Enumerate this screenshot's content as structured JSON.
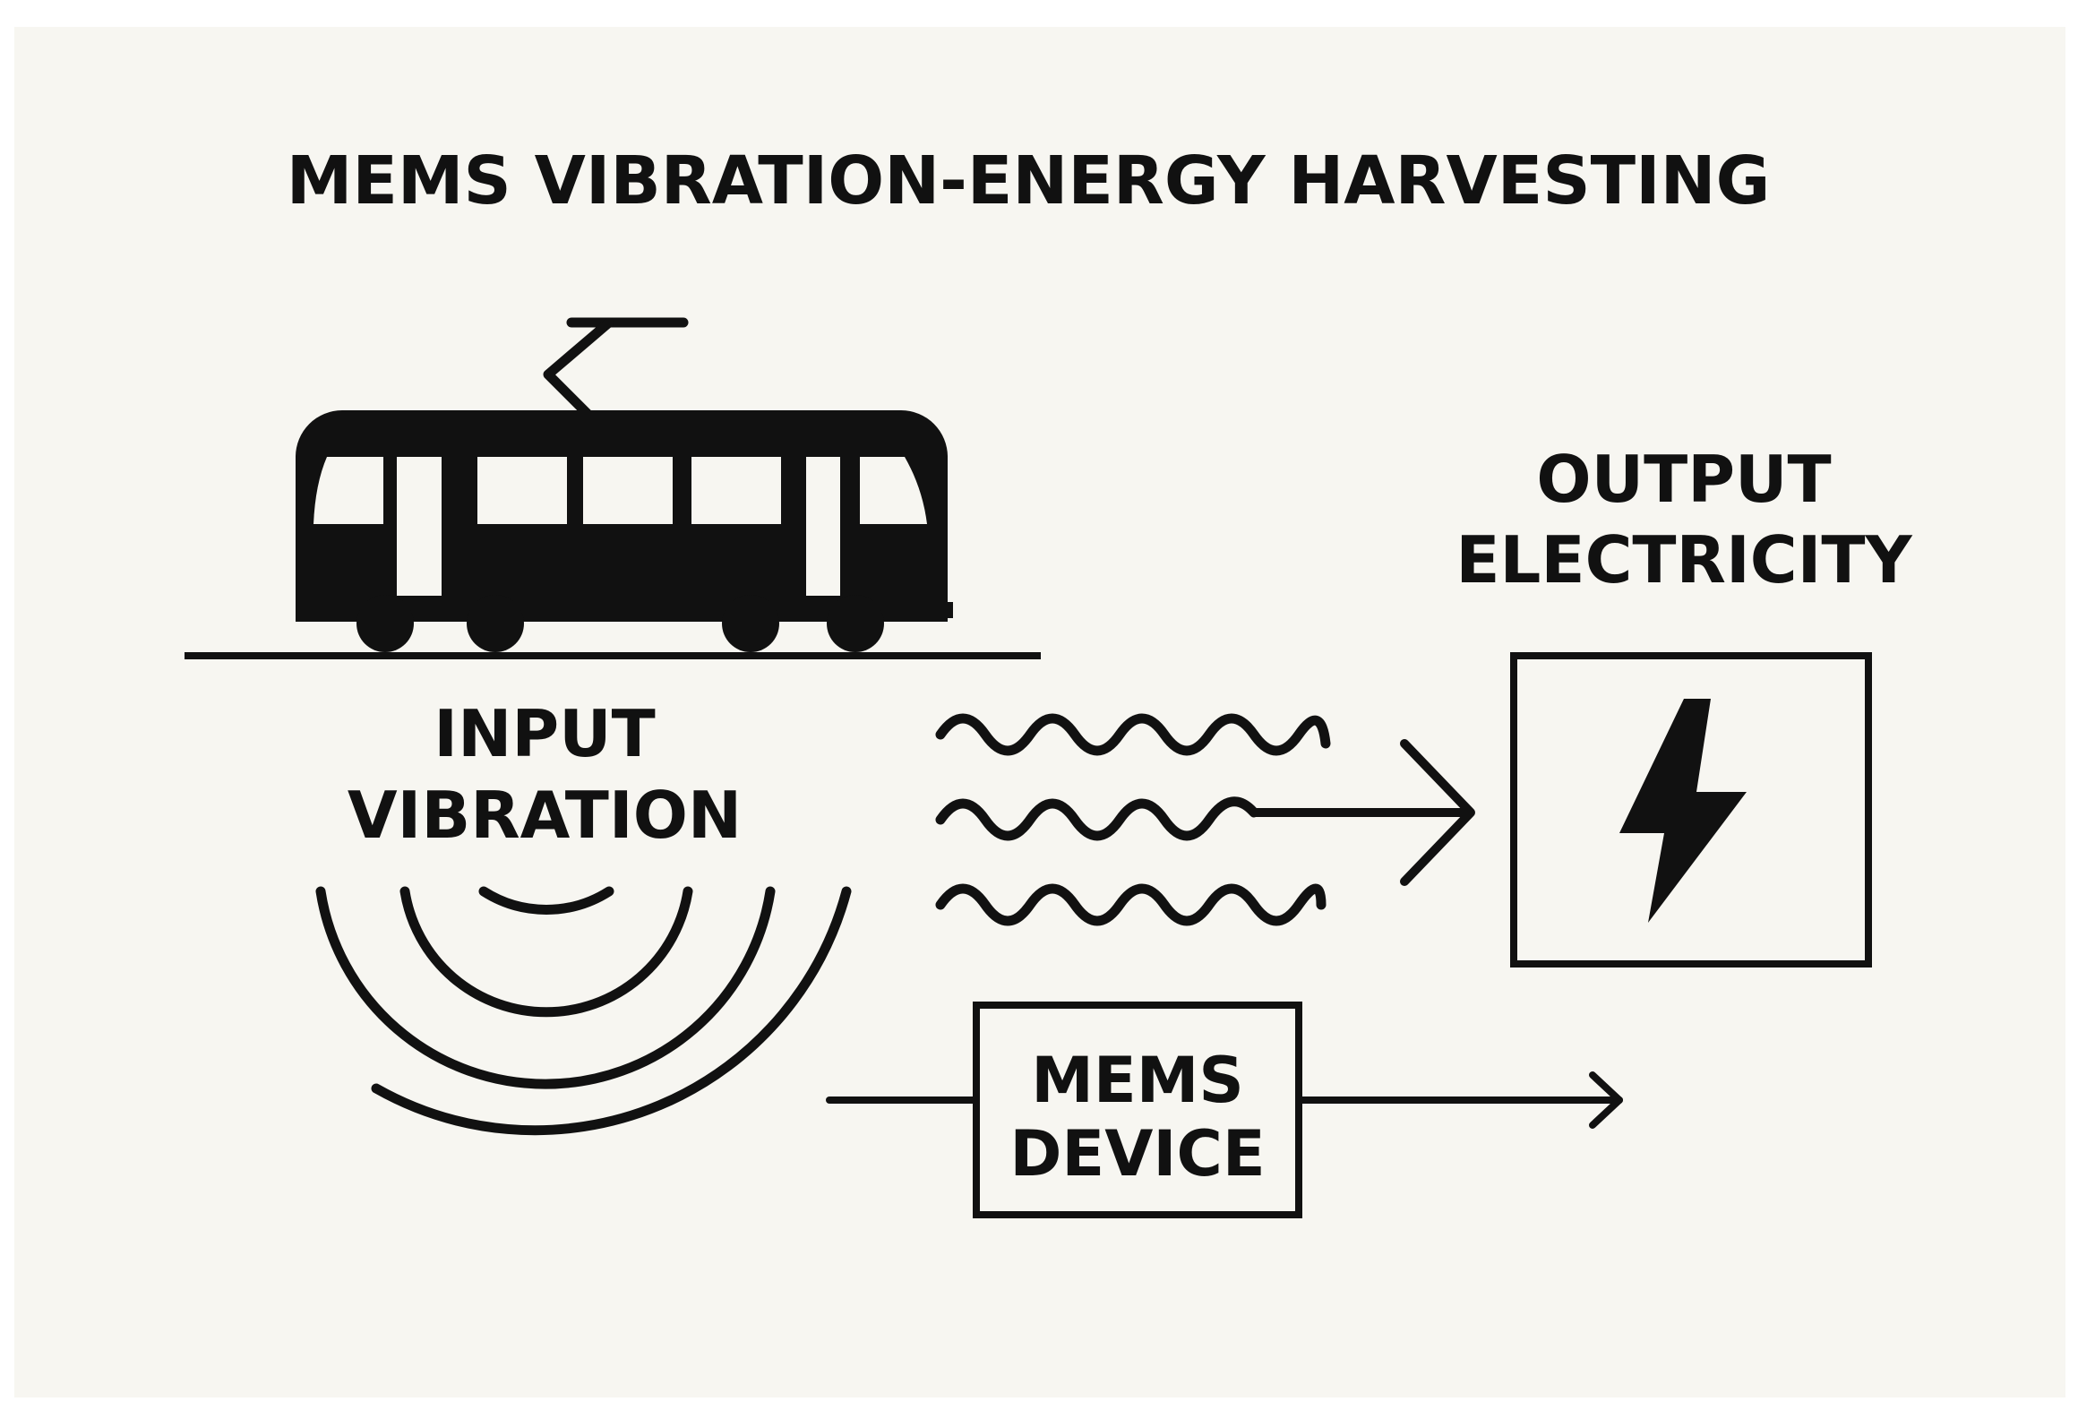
{
  "title": "MEMS VIBRATION-ENERGY HARVESTING",
  "input_label": {
    "line1": "INPUT",
    "line2": "VIBRATION"
  },
  "output_label": {
    "line1": "OUTPUT",
    "line2": "ELECTRICITY"
  },
  "device_label": {
    "line1": "MEMS",
    "line2": "DEVICE"
  },
  "icons": {
    "vehicle": "tram-icon",
    "vibration": "vibration-waves-icon",
    "energy": "lightning-bolt-icon"
  },
  "colors": {
    "ink": "#111111",
    "background": "#f7f6f1"
  }
}
